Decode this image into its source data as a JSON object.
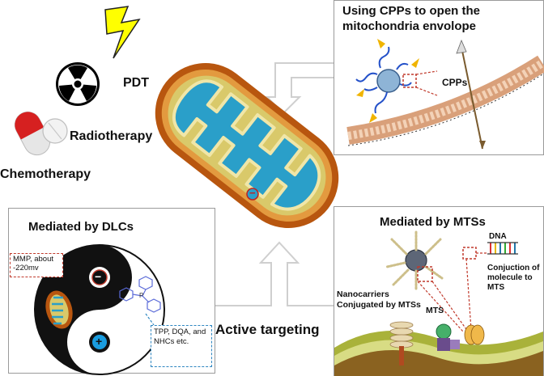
{
  "therapies": {
    "pdt": "PDT",
    "radiotherapy": "Radiotherapy",
    "chemotherapy": "Chemotherapy"
  },
  "cpps_panel": {
    "title_line1": "Using CPPs  to open the",
    "title_line2": "mitochondria envolope",
    "cpps_label": "CPPs"
  },
  "dlcs_panel": {
    "title": "Mediated by  DLCs",
    "mmp_label": "MMP, about -220mv",
    "tpp_label": "TPP, DQA, and NHCs etc.",
    "minus_symbol": "−",
    "plus_symbol": "+"
  },
  "mts_panel": {
    "title": "Mediated by MTSs",
    "dna_label": "DNA",
    "conjunction_label": "Conjuction of molecule to MTS",
    "nanocarriers_label": "Nanocarriers Conjugated by MTSs",
    "mts_label": "MTS"
  },
  "center": {
    "active_targeting": "Active targeting",
    "minus_symbol": "−"
  },
  "colors": {
    "mito_outer": "#b8560f",
    "mito_inner": "#2a9fc9",
    "dash_red": "#c0392b",
    "dash_blue": "#2e86c1",
    "bolt": "#ffff00"
  }
}
